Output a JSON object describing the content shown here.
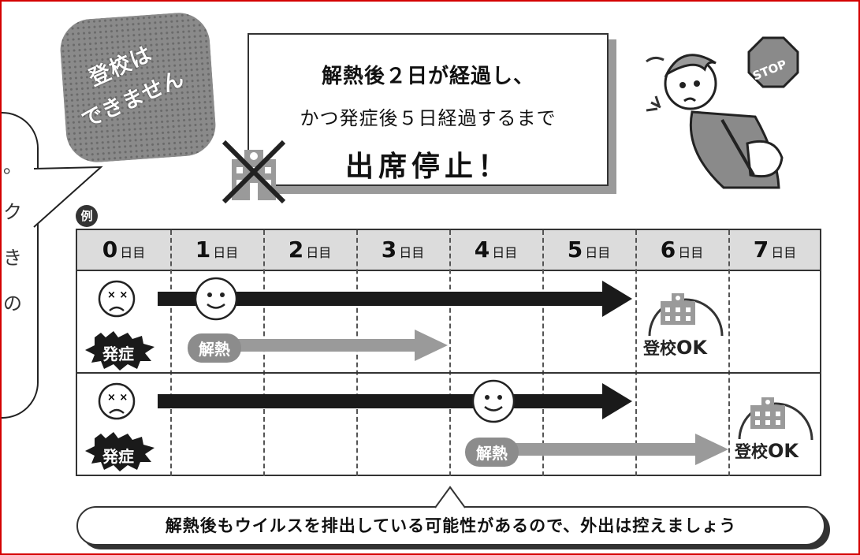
{
  "bubble_chars": [
    "。",
    "ク",
    "き",
    "の"
  ],
  "stamp": {
    "line1": "登校は",
    "line2": "できません"
  },
  "title": {
    "line1": "解熱後２日が経過し、",
    "line2": "かつ発症後５日経過するまで",
    "line3": "出席停止！"
  },
  "example_label": "例",
  "days": [
    {
      "num": "0",
      "unit": "日目"
    },
    {
      "num": "1",
      "unit": "日目"
    },
    {
      "num": "2",
      "unit": "日目"
    },
    {
      "num": "3",
      "unit": "日目"
    },
    {
      "num": "4",
      "unit": "日目"
    },
    {
      "num": "5",
      "unit": "日目"
    },
    {
      "num": "6",
      "unit": "日目"
    },
    {
      "num": "7",
      "unit": "日目"
    }
  ],
  "row1": {
    "onset": "発症",
    "fever_down": "解熱",
    "ok_prefix": "登校",
    "ok": "OK"
  },
  "row2": {
    "onset": "発症",
    "fever_down": "解熱",
    "ok_prefix": "登校",
    "ok": "OK"
  },
  "stop_sign": "STOP",
  "note": "解熱後もウイルスを排出している可能性があるので、外出は控えましょう",
  "colors": {
    "frame": "#d40000",
    "arrow_dark": "#1a1a1a",
    "arrow_gray": "#9a9a9a",
    "header_bg": "#dcdcdc"
  }
}
